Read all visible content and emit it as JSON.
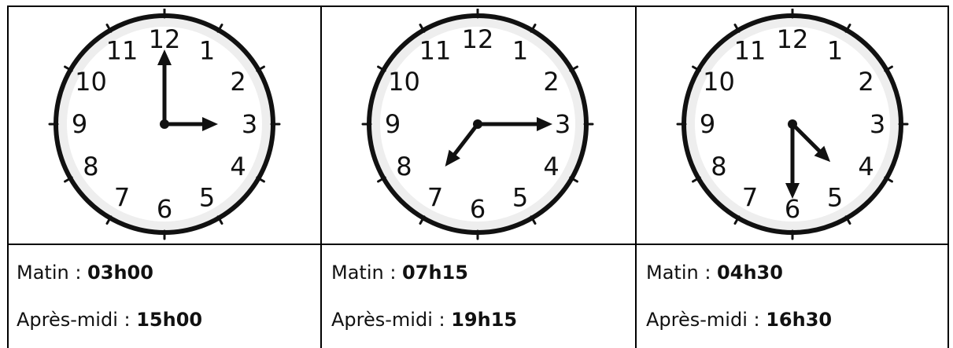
{
  "clocks": [
    {
      "hour_numbers": [
        "12",
        "1",
        "2",
        "3",
        "4",
        "5",
        "6",
        "7",
        "8",
        "9",
        "10",
        "11"
      ],
      "time_shown": "03h00",
      "morning_label": "Matin : ",
      "morning_time": "03h00",
      "afternoon_label": "Après-midi : ",
      "afternoon_time": "15h00",
      "hour_hand_hours": 3,
      "minute_hand_minutes": 0
    },
    {
      "hour_numbers": [
        "12",
        "1",
        "2",
        "3",
        "4",
        "5",
        "6",
        "7",
        "8",
        "9",
        "10",
        "11"
      ],
      "time_shown": "07h15",
      "morning_label": "Matin : ",
      "morning_time": "07h15",
      "afternoon_label": "Après-midi : ",
      "afternoon_time": "19h15",
      "hour_hand_hours": 7.25,
      "minute_hand_minutes": 15
    },
    {
      "hour_numbers": [
        "12",
        "1",
        "2",
        "3",
        "4",
        "5",
        "6",
        "7",
        "8",
        "9",
        "10",
        "11"
      ],
      "time_shown": "04h30",
      "morning_label": "Matin : ",
      "morning_time": "04h30",
      "afternoon_label": "Après-midi : ",
      "afternoon_time": "16h30",
      "hour_hand_hours": 4.5,
      "minute_hand_minutes": 30
    }
  ],
  "colors": {
    "face": "#eeeeee",
    "inner_face": "#ffffff",
    "rim": "#111111",
    "hands": "#111111"
  }
}
